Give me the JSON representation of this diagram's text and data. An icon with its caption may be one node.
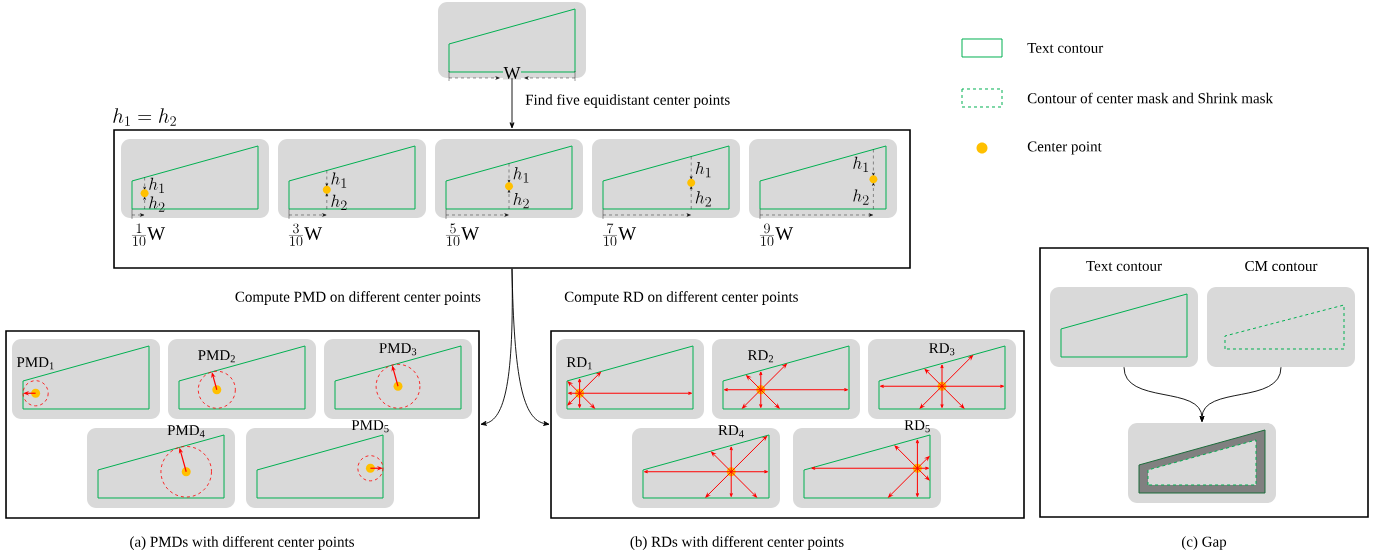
{
  "diagram": {
    "nodes": [
      {
        "text": [
          "W"
        ]
      },
      {
        "text": [
          "h_1 = h_2"
        ]
      },
      {
        "text": [
          "h_1",
          "h_2"
        ],
        "beside": [
          "\\frac{1}{10}\\mathrm{W}"
        ],
        "in": 1
      },
      {
        "text": [
          "h_1",
          "h_2"
        ],
        "beside": [
          "\\frac{3}{10}\\mathrm{W}"
        ],
        "in": 1
      },
      {
        "text": [
          "h_1",
          "h_2"
        ],
        "beside": [
          "\\frac{5}{10}\\mathrm{W}"
        ],
        "in": 1
      },
      {
        "text": [
          "h_1",
          "h_2"
        ],
        "beside": [
          "\\frac{7}{10}\\mathrm{W}"
        ],
        "in": 1
      },
      {
        "text": [
          "h_1",
          "h_2"
        ],
        "beside": [
          "\\frac{9}{10}\\mathrm{W}"
        ],
        "in": 1
      },
      {
        "text": [
          "(a) PMDs with different center points"
        ]
      },
      {
        "text": [
          "PMD$_{1}$"
        ],
        "in": 7
      },
      {
        "text": [
          "PMD$_{2}$"
        ],
        "in": 7
      },
      {
        "text": [
          "PMD$_{3}$"
        ],
        "in": 7
      },
      {
        "text": [
          "PMD$_{4}$"
        ],
        "in": 7
      },
      {
        "text": [
          "PMD$_{5}$"
        ],
        "in": 7
      },
      {
        "text": [
          "(b) RDs with different center points"
        ]
      },
      {
        "text": [
          "RD$_{1}$"
        ],
        "in": 13
      },
      {
        "text": [
          "RD$_{2}$"
        ],
        "in": 13
      },
      {
        "text": [
          "RD$_{3}$"
        ],
        "in": 13
      },
      {
        "text": [
          "RD$_{4}$"
        ],
        "in": 13
      },
      {
        "text": [
          "RD$_{5}$"
        ],
        "in": 13
      },
      {
        "text": [
          "(c) Gap"
        ]
      },
      {
        "text": [
          "Text contour"
        ],
        "in": 19
      },
      {
        "text": [
          "CM contour"
        ],
        "in": 19
      },
      {
        "text": [],
        "shape": "picture",
        "in": 19
      }
    ],
    "edges": [
      {
        "from": 0,
        "to": 1,
        "arrow": "to",
        "label": "Find five equidistant center points"
      },
      {
        "from": 1,
        "to": 7,
        "arrow": "to",
        "label": "Compute PMD on different center points"
      },
      {
        "from": 1,
        "to": 13,
        "arrow": "to",
        "label": "Compute RD on different center points"
      },
      {
        "from": 20,
        "to": 22,
        "arrow": "to"
      },
      {
        "from": 21,
        "to": 22,
        "arrow": "to"
      }
    ],
    "legend": [
      {
        "text": "Text contour"
      },
      {
        "text": "Contour of center mask and Shrink mask"
      },
      {
        "text": "Center point",
        "color": "#ffc000"
      }
    ]
  }
}
